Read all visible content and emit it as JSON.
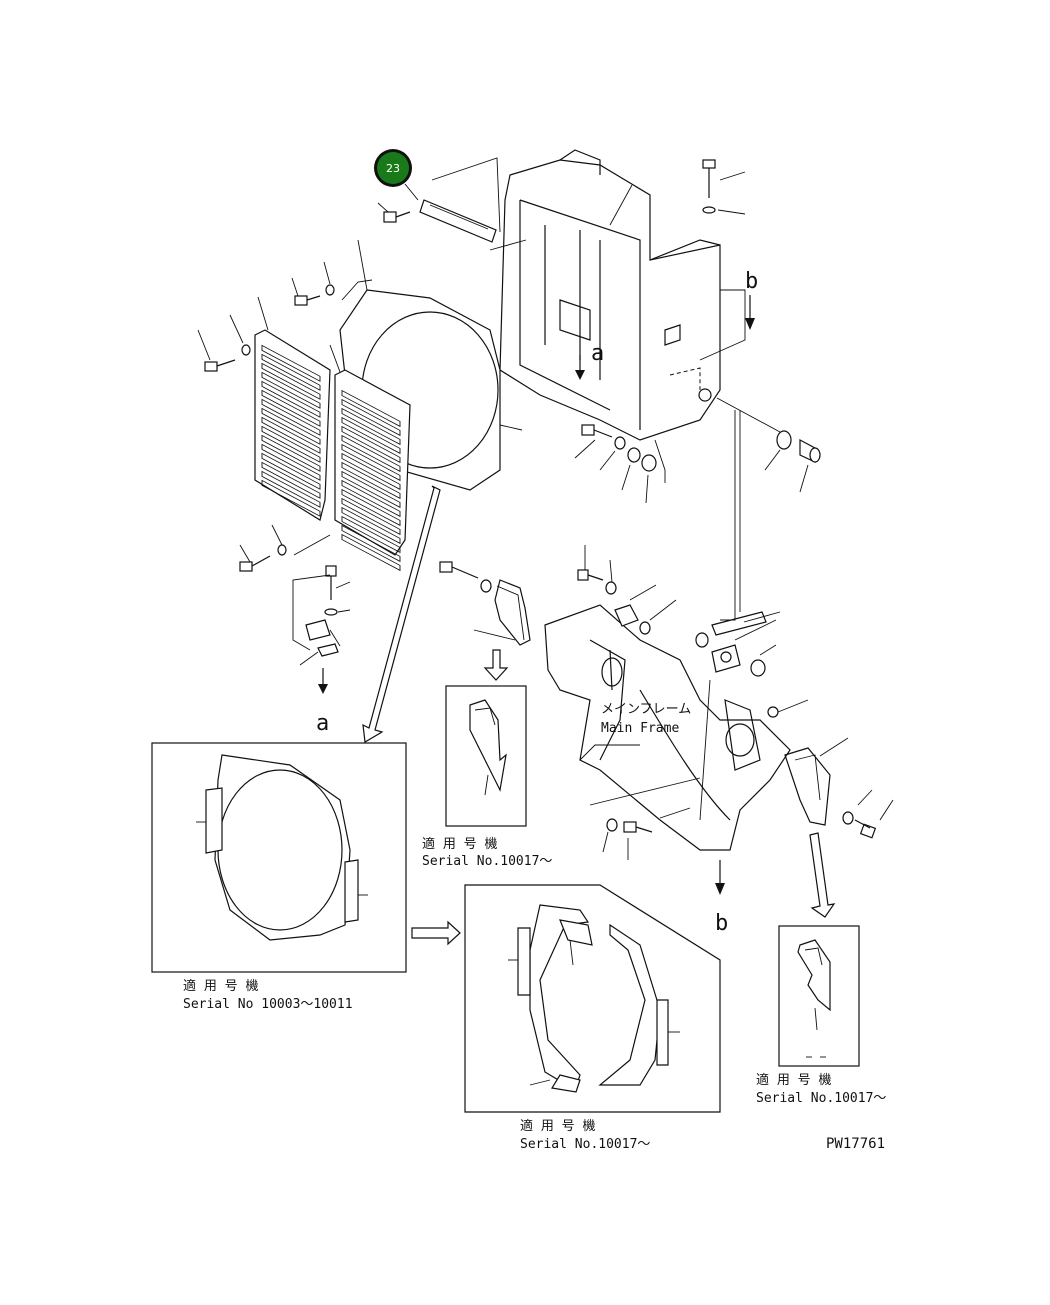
{
  "callout": {
    "number": "23",
    "color": "#1a7a1a"
  },
  "labels": {
    "view_a": "a",
    "view_a_top": "a",
    "view_b": "b",
    "view_b_bottom": "b",
    "main_frame_jp": "メインフレーム",
    "main_frame_en": "Main Frame",
    "serial_jp_1": "適 用 号 機",
    "serial_en_1": "Serial No.10017～",
    "serial_jp_2": "適 用 号 機",
    "serial_en_2": "Serial No 10003～10011",
    "serial_jp_3": "適 用 号 機",
    "serial_en_3": "Serial No.10017～",
    "serial_jp_4": "適 用 号 機",
    "serial_en_4": "Serial No.10017～",
    "drawing_code": "PW17761"
  }
}
